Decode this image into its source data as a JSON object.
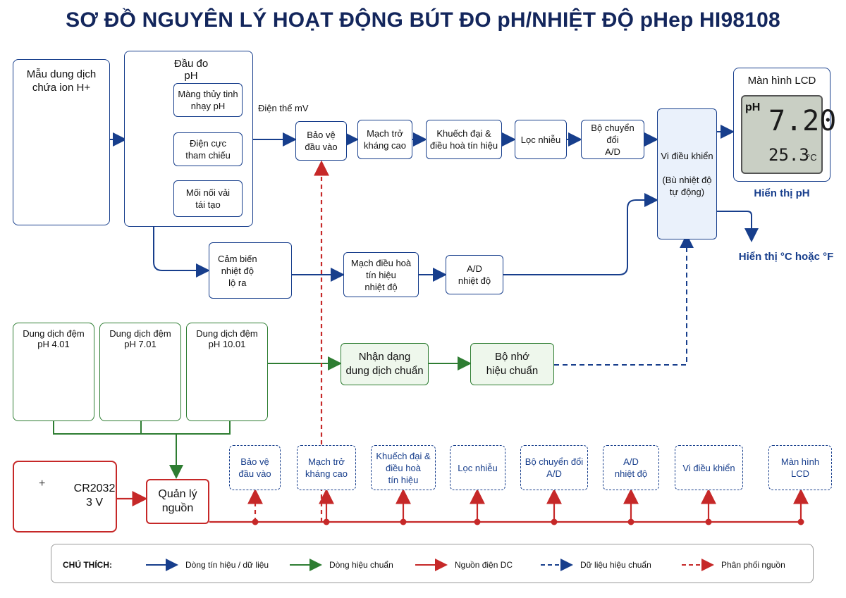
{
  "title": "SƠ ĐỒ NGUYÊN LÝ HOẠT ĐỘNG BÚT ĐO pH/NHIỆT ĐỘ pHep HI98108",
  "sample": {
    "label": "Mẫu dung dịch\nchứa ion H+"
  },
  "probe": {
    "title": "Đầu đo pH",
    "parts": [
      "Màng thủy tinh\nnhạy pH",
      "Điện cực\ntham chiếu",
      "Mối nối vải\ntái tạo"
    ]
  },
  "mv_label": "Điện thế mV",
  "signal_chain": [
    "Bảo vệ\nđầu vào",
    "Mạch trở\nkháng cao",
    "Khuếch đại &\nđiều hoà tín hiệu",
    "Lọc nhiễu",
    "Bộ chuyển đổi\nA/D"
  ],
  "mcu": {
    "label": "Vi điều khiển\n\n(Bù nhiệt độ\ntự động)"
  },
  "lcd": {
    "title": "Màn hình LCD",
    "ph_tag": "pH",
    "ph_value": "7.20",
    "temp_value": "25.3",
    "temp_unit": "°C",
    "caption": "Hiển thị pH"
  },
  "temp_display_label": "Hiển thị °C hoặc °F",
  "temp_chain": [
    "Cảm biến\nnhiệt độ\nlộ ra",
    "Mạch điều hoà\ntín hiệu\nnhiệt độ",
    "A/D\nnhiệt độ"
  ],
  "buffers": [
    {
      "label": "Dung dịch đệm\npH 4.01",
      "color": "#f4b6c2"
    },
    {
      "label": "Dung dịch đệm\npH 7.01",
      "color": "#6cc46c"
    },
    {
      "label": "Dung dịch đệm\npH 10.01",
      "color": "#6aa6e8"
    }
  ],
  "calib": {
    "recognize": "Nhận dạng\ndung dịch chuẩn",
    "memory": "Bộ nhớ\nhiệu chuẩn"
  },
  "battery": {
    "label": "CR2032\n3 V",
    "symbol": "+"
  },
  "power": {
    "label": "Quản lý\nnguồn"
  },
  "power_targets": [
    "Bảo vệ\nđầu vào",
    "Mạch trở\nkháng cao",
    "Khuếch đại &\nđiều hoà\ntín hiệu",
    "Lọc nhiễu",
    "Bộ chuyển đổi\nA/D",
    "A/D\nnhiệt độ",
    "Vi điều khiển",
    "Màn hình\nLCD"
  ],
  "legend": {
    "title": "CHÚ THÍCH:",
    "items": [
      {
        "label": "Dòng tín hiệu / dữ liệu",
        "color": "#173e8c",
        "style": "solid"
      },
      {
        "label": "Dòng hiệu chuẩn",
        "color": "#2e7d32",
        "style": "solid"
      },
      {
        "label": "Nguồn điện DC",
        "color": "#c62828",
        "style": "solid"
      },
      {
        "label": "Dữ liệu hiệu chuẩn",
        "color": "#173e8c",
        "style": "dashed"
      },
      {
        "label": "Phân phối nguồn",
        "color": "#c62828",
        "style": "dashed"
      }
    ]
  }
}
